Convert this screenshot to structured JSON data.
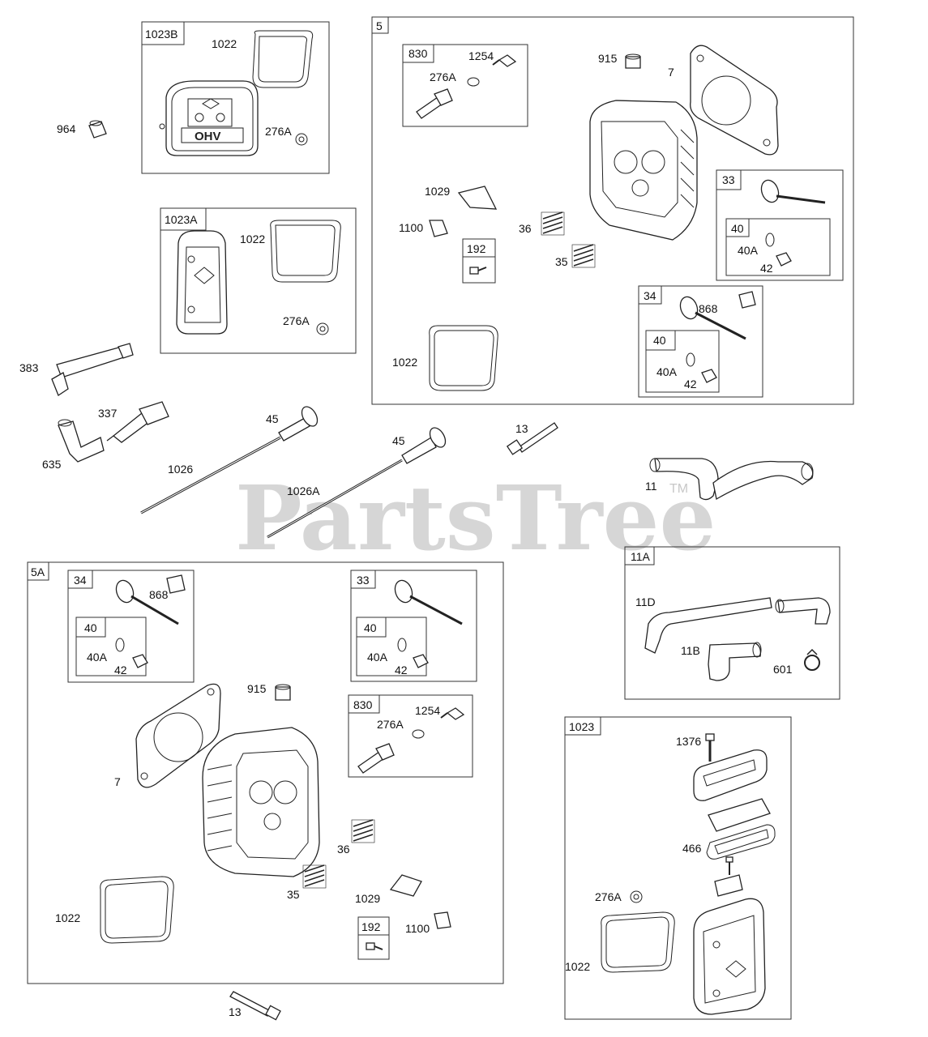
{
  "watermark": {
    "text": "PartsTree",
    "tm": "TM"
  },
  "groups": {
    "g1023B": {
      "tag": "1023B",
      "labels": [
        "1022",
        "276A"
      ]
    },
    "g1023A": {
      "tag": "1023A",
      "labels": [
        "1022",
        "276A"
      ]
    },
    "g5": {
      "tag": "5",
      "labels": [
        "915",
        "7",
        "1029",
        "1100",
        "36",
        "35",
        "1022"
      ]
    },
    "g5_830": {
      "tag": "830",
      "labels": [
        "1254",
        "276A"
      ]
    },
    "g5_192": {
      "tag": "192"
    },
    "g5_33": {
      "tag": "33"
    },
    "g5_33_40": {
      "tag": "40",
      "labels": [
        "40A",
        "42"
      ]
    },
    "g5_34": {
      "tag": "34",
      "labels": [
        "868"
      ]
    },
    "g5_34_40": {
      "tag": "40",
      "labels": [
        "40A",
        "42"
      ]
    },
    "g5A": {
      "tag": "5A",
      "labels": [
        "915",
        "7",
        "36",
        "35",
        "1029",
        "1100",
        "1022"
      ]
    },
    "g5A_34": {
      "tag": "34",
      "labels": [
        "868"
      ]
    },
    "g5A_34_40": {
      "tag": "40",
      "labels": [
        "40A",
        "42"
      ]
    },
    "g5A_33": {
      "tag": "33"
    },
    "g5A_33_40": {
      "tag": "40",
      "labels": [
        "40A",
        "42"
      ]
    },
    "g5A_830": {
      "tag": "830",
      "labels": [
        "1254",
        "276A"
      ]
    },
    "g5A_192": {
      "tag": "192"
    },
    "g11A": {
      "tag": "11A",
      "labels": [
        "11D",
        "11B",
        "601"
      ]
    },
    "g1023": {
      "tag": "1023",
      "labels": [
        "1376",
        "466",
        "276A",
        "1022"
      ]
    }
  },
  "loose_labels": [
    "964",
    "383",
    "337",
    "635",
    "1026",
    "45",
    "1026A",
    "45",
    "13",
    "11",
    "13"
  ],
  "valve_cover_text": "OHV"
}
